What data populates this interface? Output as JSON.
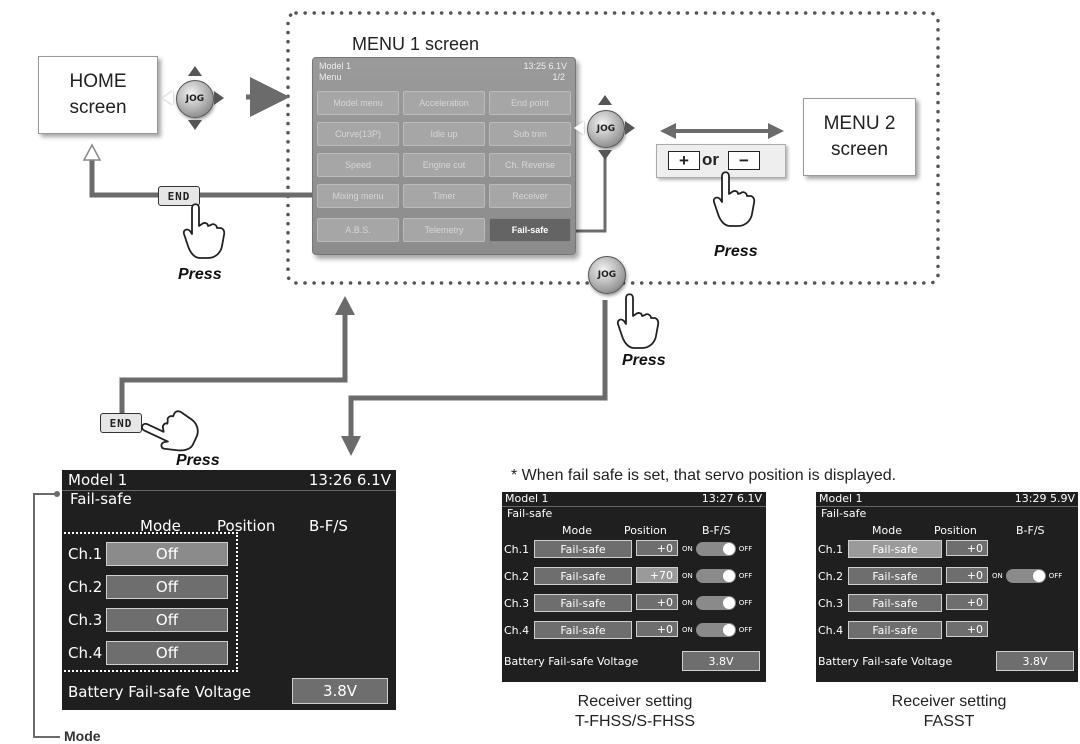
{
  "home_box": {
    "line1": "HOME",
    "line2": "screen"
  },
  "menu2_box": {
    "line1": "MENU 2",
    "line2": "screen"
  },
  "menu1_title": "MENU 1 screen",
  "jog_label": "JOG",
  "end_label": "END",
  "press_label": "Press",
  "or_keys": {
    "plus": "+",
    "or": "or",
    "minus": "−"
  },
  "menu1": {
    "model": "Model 1",
    "title": "Menu",
    "time": "13:25 6.1V",
    "page": "1/2",
    "buttons": [
      "Model menu",
      "Acceleration",
      "End point",
      "Curve(13P)",
      "Idle up",
      "Sub trim",
      "Speed",
      "Engine cut",
      "Ch. Reverse",
      "Mixing menu",
      "Timer",
      "Receiver",
      "A.B.S.",
      "Telemetry",
      "Fail-safe"
    ]
  },
  "main_screen": {
    "model": "Model 1",
    "time": "13:26 6.1V",
    "title": "Fail-safe",
    "col_mode": "Mode",
    "col_position": "Position",
    "col_bfs": "B-F/S",
    "rows": [
      {
        "ch": "Ch.1",
        "mode": "Off"
      },
      {
        "ch": "Ch.2",
        "mode": "Off"
      },
      {
        "ch": "Ch.3",
        "mode": "Off"
      },
      {
        "ch": "Ch.4",
        "mode": "Off"
      }
    ],
    "battery_label": "Battery Fail-safe Voltage",
    "battery_value": "3.8V"
  },
  "mode_label": "Mode",
  "note": "* When fail safe is set, that servo position is displayed.",
  "screen_fhss": {
    "model": "Model 1",
    "time": "13:27 6.1V",
    "title": "Fail-safe",
    "col_mode": "Mode",
    "col_position": "Position",
    "col_bfs": "B-F/S",
    "on": "ON",
    "off": "OFF",
    "rows": [
      {
        "ch": "Ch.1",
        "mode": "Fail-safe",
        "pos": "+0"
      },
      {
        "ch": "Ch.2",
        "mode": "Fail-safe",
        "pos": "+70"
      },
      {
        "ch": "Ch.3",
        "mode": "Fail-safe",
        "pos": "+0"
      },
      {
        "ch": "Ch.4",
        "mode": "Fail-safe",
        "pos": "+0"
      }
    ],
    "battery_label": "Battery Fail-safe Voltage",
    "battery_value": "3.8V",
    "caption1": "Receiver setting",
    "caption2": "T-FHSS/S-FHSS"
  },
  "screen_fasst": {
    "model": "Model 1",
    "time": "13:29 5.9V",
    "title": "Fail-safe",
    "col_mode": "Mode",
    "col_position": "Position",
    "col_bfs": "B-F/S",
    "on": "ON",
    "off": "OFF",
    "rows": [
      {
        "ch": "Ch.1",
        "mode": "Fail-safe",
        "pos": "+0"
      },
      {
        "ch": "Ch.2",
        "mode": "Fail-safe",
        "pos": "+0"
      },
      {
        "ch": "Ch.3",
        "mode": "Fail-safe",
        "pos": "+0"
      },
      {
        "ch": "Ch.4",
        "mode": "Fail-safe",
        "pos": "+0"
      }
    ],
    "battery_label": "Battery Fail-safe Voltage",
    "battery_value": "3.8V",
    "caption1": "Receiver setting",
    "caption2": "FASST"
  }
}
